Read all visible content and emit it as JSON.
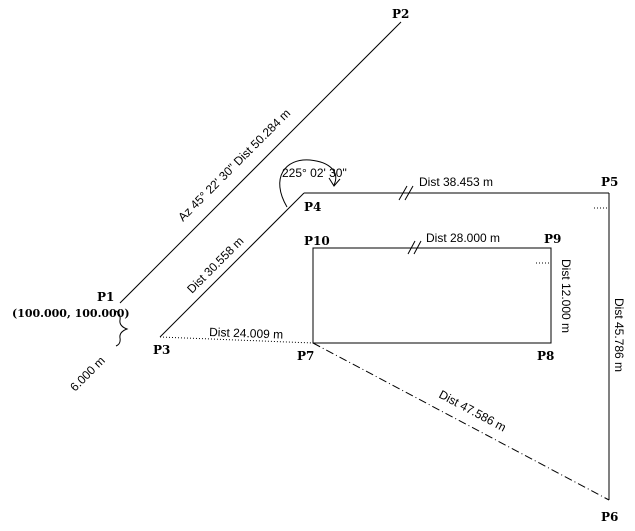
{
  "points": {
    "p1": "P1",
    "p2": "P2",
    "p3": "P3",
    "p4": "P4",
    "p5": "P5",
    "p6": "P6",
    "p7": "P7",
    "p8": "P8",
    "p9": "P9",
    "p10": "P10"
  },
  "coordinates": {
    "p1": "(100.000, 100.000)"
  },
  "measurements": {
    "p1_p2": "Az 45° 22' 30\"  Dist 50.284 m",
    "offset": "6.000 m",
    "p3_p4": "Dist 30.558 m",
    "angle_p4": "225° 02' 30\"",
    "p4_p5": "Dist 38.453 m",
    "p5_p6": "Dist 45.786 m",
    "p3_p7": "Dist 24.009 m",
    "p7_p6": "Dist 47.586 m",
    "p10_p9": "Dist 28.000 m",
    "p9_p8": "Dist 12.000 m"
  }
}
